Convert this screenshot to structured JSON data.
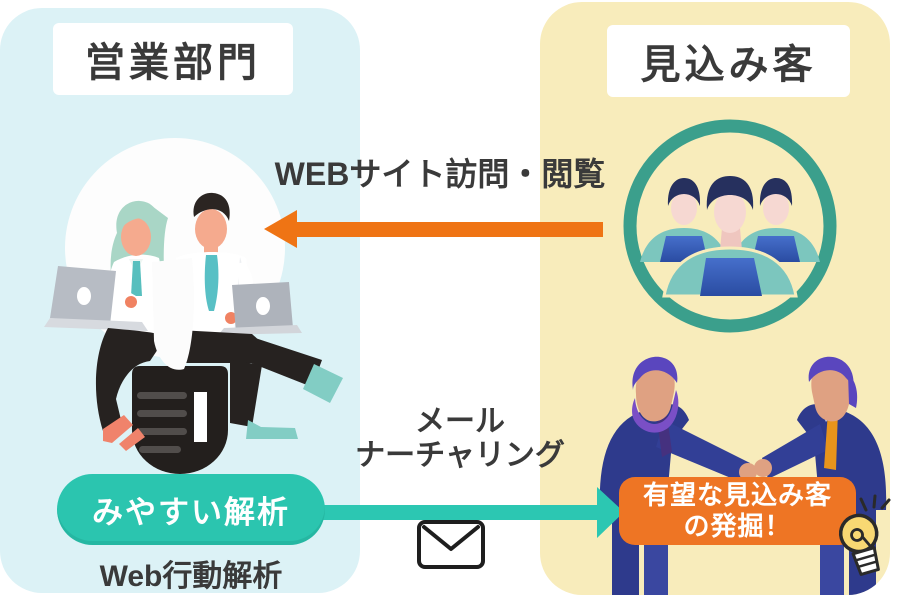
{
  "page": {
    "background": "#FFFFFF"
  },
  "left_panel": {
    "title": "営業部門",
    "analysis_pill": "みやすい解析",
    "caption": "Web行動解析",
    "bg_color": "#DCF2F6"
  },
  "right_panel": {
    "title": "見込み客",
    "badge": {
      "line1": "有望な見込み客",
      "line2": "の発掘！"
    },
    "bg_color": "#F8ECBB"
  },
  "flows": {
    "visit": {
      "label": "WEBサイト訪問・閲覧",
      "color": "#EF7414",
      "direction": "right-to-left"
    },
    "nurture": {
      "label_line1": "メール",
      "label_line2": "ナーチャリング",
      "color": "#2CC7B2",
      "direction": "left-to-right"
    }
  },
  "colors": {
    "arrow_orange": "#EF7414",
    "badge_orange": "#EE7524",
    "arrow_teal": "#2CC7B2",
    "pill_teal": "#2BC5AF",
    "ring_teal": "#3B9F8C",
    "text_dark": "#3A3A3A"
  },
  "icons": {
    "mail": "mail-icon",
    "lightbulb": "lightbulb-icon",
    "prospects_group": "prospects-group-icon"
  }
}
